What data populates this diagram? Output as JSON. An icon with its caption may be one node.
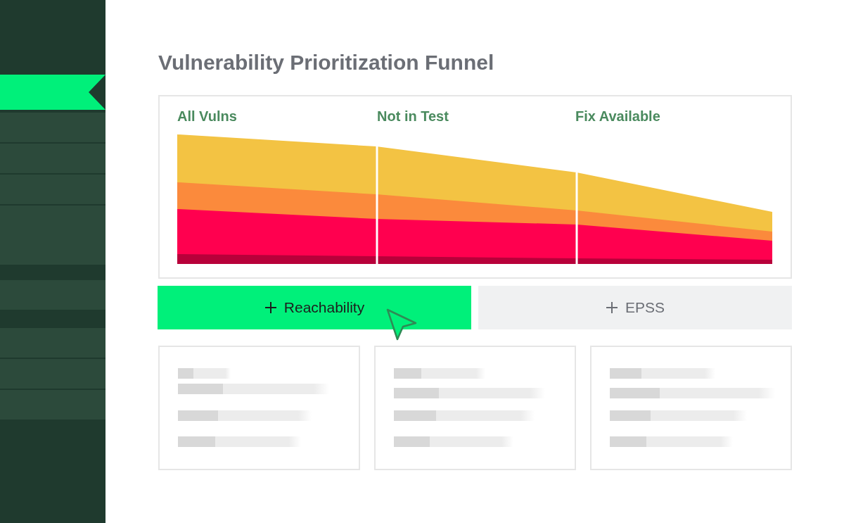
{
  "diagram": {
    "title": "Vulnerability Prioritization Funnel",
    "nodes": [
      {
        "text": [],
        "shape": "box"
      },
      {
        "text": [
          "Reachability"
        ]
      },
      {
        "text": [
          "EPSS"
        ]
      },
      {
        "text": [],
        "shape": "box"
      },
      {
        "text": [],
        "shape": "box"
      },
      {
        "text": [],
        "shape": "box"
      }
    ],
    "edges": [],
    "labels": [
      "All Vulns",
      "Not in Test",
      "Fix Available"
    ]
  }
}
